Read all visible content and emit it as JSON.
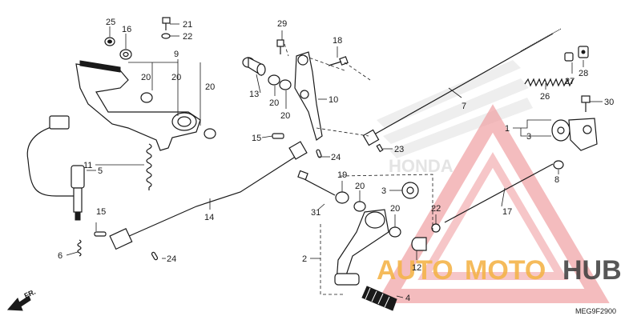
{
  "diagram": {
    "drawing_code": "MEG9F2900",
    "direction_label": "FR.",
    "part_numbers": {
      "p1": "1",
      "p2": "2",
      "p3a": "3",
      "p3b": "3",
      "p4": "4",
      "p5": "5",
      "p6": "6",
      "p7": "7",
      "p8": "8",
      "p9": "9",
      "p10": "10",
      "p11": "11",
      "p12": "12",
      "p13": "13",
      "p14": "14",
      "p15a": "15",
      "p15b": "15",
      "p16": "16",
      "p17": "17",
      "p18": "18",
      "p19": "19",
      "p20a": "20",
      "p20b": "20",
      "p20c": "20",
      "p20d": "20",
      "p20e": "20",
      "p20f": "20",
      "p21": "21",
      "p22a": "22",
      "p22b": "22",
      "p23": "23",
      "p24a": "24",
      "p24b": "24",
      "p25": "25",
      "p26": "26",
      "p27": "27",
      "p28": "28",
      "p29": "29",
      "p30": "30",
      "p31": "31"
    }
  },
  "watermark": {
    "brand_auto": "AUTO",
    "brand_moto": "MOTO",
    "brand_hub": "HUB",
    "background_brand": "HONDA",
    "colors": {
      "triangle": "#e8474c",
      "auto_text": "#f4a836",
      "moto_text": "#f4a836",
      "hub_text": "#3a3a3a",
      "honda_gray": "#e9e9e9"
    }
  }
}
